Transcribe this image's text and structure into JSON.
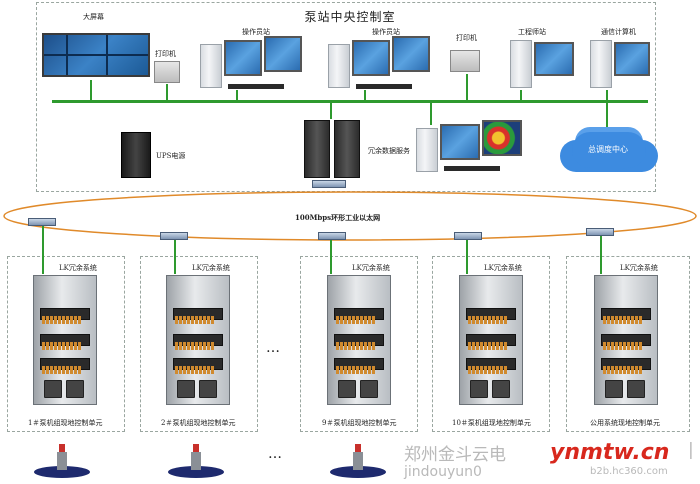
{
  "control_room": {
    "title": "泵站中央控制室",
    "big_screen": "大屏幕",
    "printer_left": "打印机",
    "operator_1": "操作员站",
    "operator_2": "操作员站",
    "printer_right": "打印机",
    "engineer": "工程师站",
    "comm": "通信计算机",
    "ups": "UPS电源",
    "redundant_server": "冗余数据服务",
    "dispatch": "总调度中心"
  },
  "network": {
    "ring_label": "100Mbps环形工业以太网"
  },
  "units": [
    {
      "system": "LK冗余系统",
      "name": "1＃泵机组现地控制单元"
    },
    {
      "system": "LK冗余系统",
      "name": "2＃泵机组现地控制单元"
    },
    {
      "system": "LK冗余系统",
      "name": "9＃泵机组现地控制单元"
    },
    {
      "system": "LK冗余系统",
      "name": "10＃泵机组现地控制单元"
    },
    {
      "system": "LK冗余系统",
      "name": "公用系统现地控制单元"
    }
  ],
  "ellipsis": "…",
  "watermark": {
    "company": "郑州金斗云电",
    "url_left": "jindouyun0",
    "site": "ynmtw.cn",
    "url_right": "b2b.hc360.com",
    "bar": "|"
  },
  "colors": {
    "bus": "#2e9a2e",
    "ring": "#e08a2a",
    "site": "#d8281d"
  }
}
